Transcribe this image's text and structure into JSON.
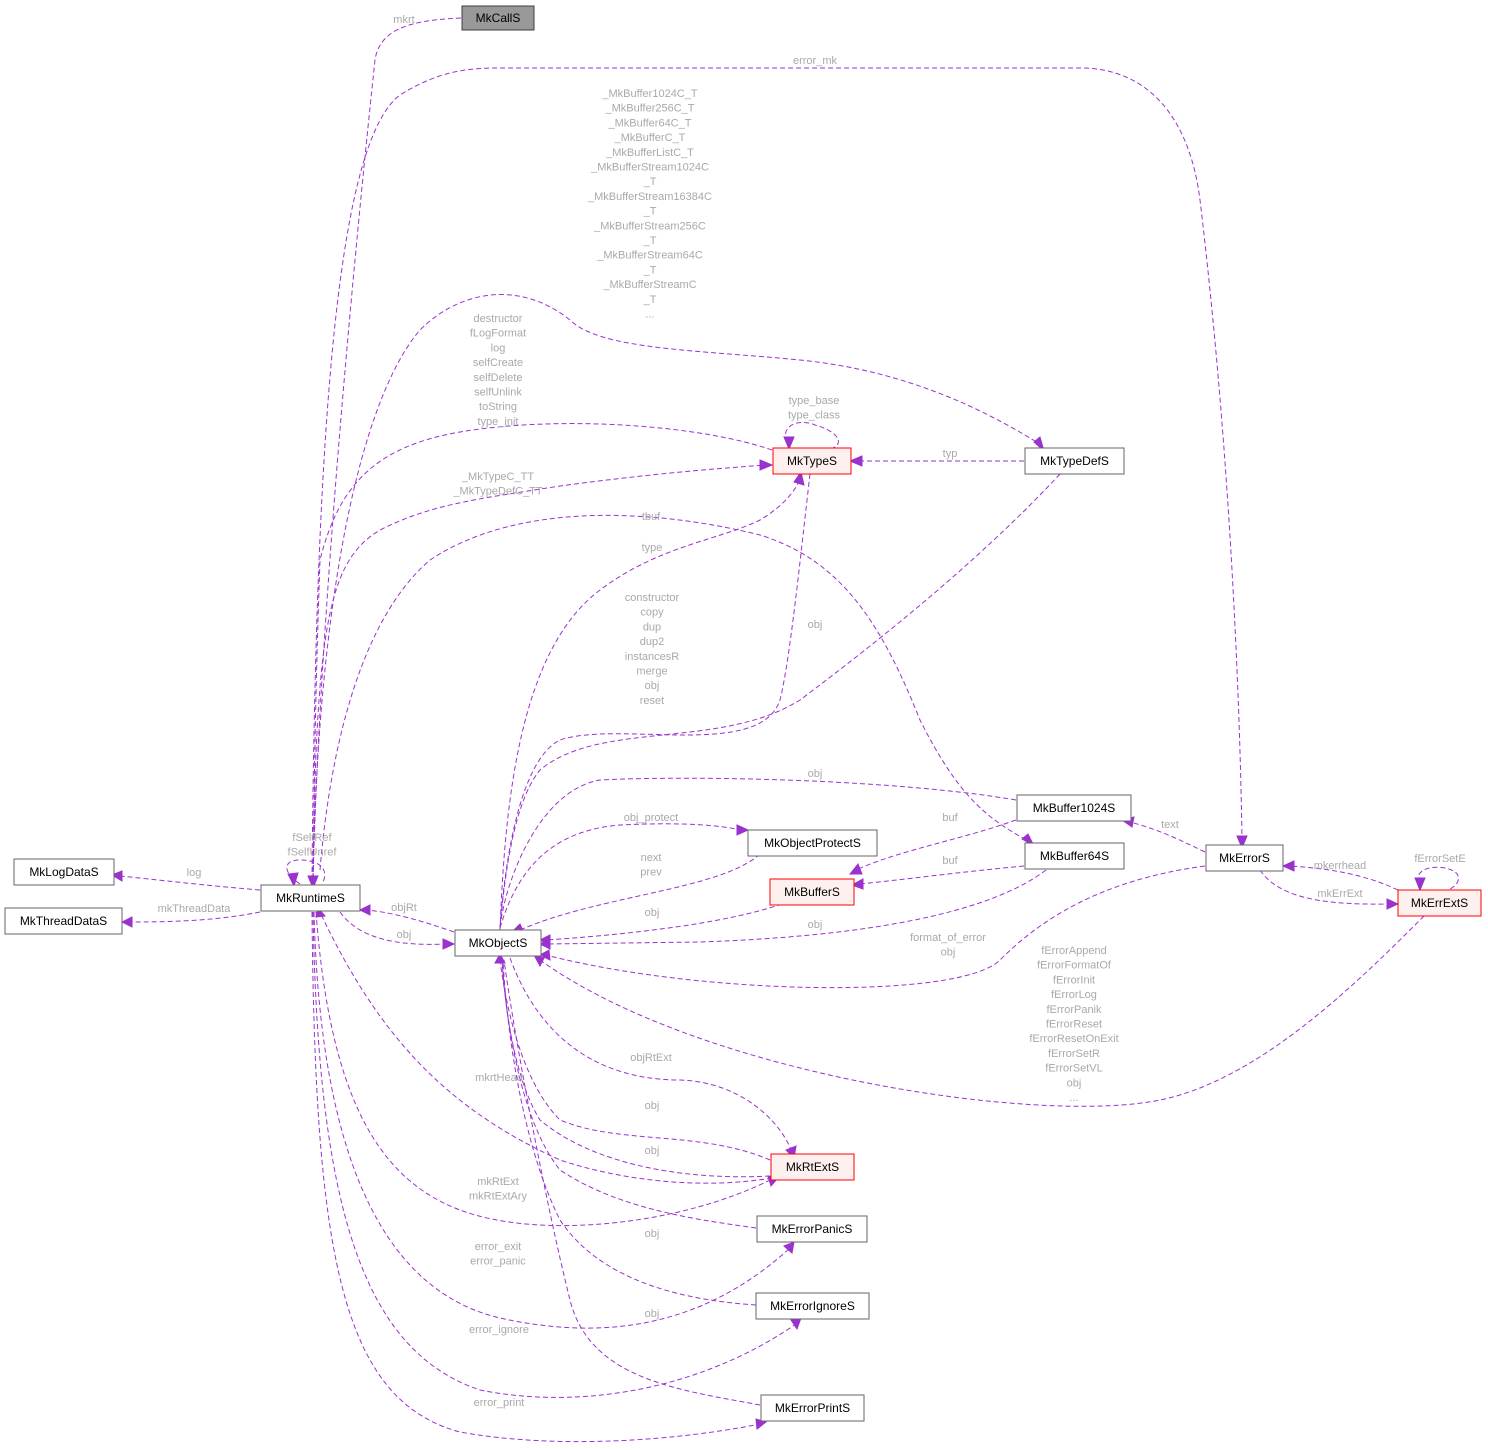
{
  "nodes": [
    {
      "id": "MkCallS",
      "label": "MkCallS",
      "style": "root"
    },
    {
      "id": "MkRuntimeS",
      "label": "MkRuntimeS",
      "style": "plain"
    },
    {
      "id": "MkLogDataS",
      "label": "MkLogDataS",
      "style": "plain"
    },
    {
      "id": "MkThreadDataS",
      "label": "MkThreadDataS",
      "style": "plain"
    },
    {
      "id": "MkObjectS",
      "label": "MkObjectS",
      "style": "plain"
    },
    {
      "id": "MkTypeS",
      "label": "MkTypeS",
      "style": "red"
    },
    {
      "id": "MkTypeDefS",
      "label": "MkTypeDefS",
      "style": "plain"
    },
    {
      "id": "MkObjectProtectS",
      "label": "MkObjectProtectS",
      "style": "plain"
    },
    {
      "id": "MkBufferS",
      "label": "MkBufferS",
      "style": "red"
    },
    {
      "id": "MkBuffer1024S",
      "label": "MkBuffer1024S",
      "style": "plain"
    },
    {
      "id": "MkBuffer64S",
      "label": "MkBuffer64S",
      "style": "plain"
    },
    {
      "id": "MkErrorS",
      "label": "MkErrorS",
      "style": "plain"
    },
    {
      "id": "MkErrExtS",
      "label": "MkErrExtS",
      "style": "red"
    },
    {
      "id": "MkRtExtS",
      "label": "MkRtExtS",
      "style": "red"
    },
    {
      "id": "MkErrorPanicS",
      "label": "MkErrorPanicS",
      "style": "plain"
    },
    {
      "id": "MkErrorIgnoreS",
      "label": "MkErrorIgnoreS",
      "style": "plain"
    },
    {
      "id": "MkErrorPrintS",
      "label": "MkErrorPrintS",
      "style": "plain"
    }
  ],
  "edge_labels": [
    {
      "id": "mkrt",
      "lines": [
        "mkrt"
      ]
    },
    {
      "id": "error_mk",
      "lines": [
        "error_mk"
      ]
    },
    {
      "id": "buffers_typedef",
      "lines": [
        "_MkBuffer1024C_T",
        "_MkBuffer256C_T",
        "_MkBuffer64C_T",
        "_MkBufferC_T",
        "_MkBufferListC_T",
        "_MkBufferStream1024C",
        "_T",
        "_MkBufferStream16384C",
        "_T",
        "_MkBufferStream256C",
        "_T",
        "_MkBufferStream64C",
        "_T",
        "_MkBufferStreamC",
        "_T",
        "..."
      ]
    },
    {
      "id": "type_funcs",
      "lines": [
        "destructor",
        "fLogFormat",
        "log",
        "selfCreate",
        "selfDelete",
        "selfUnlink",
        "toString",
        "type_init"
      ]
    },
    {
      "id": "type_self",
      "lines": [
        "type_base",
        "type_class"
      ]
    },
    {
      "id": "typ",
      "lines": [
        "typ"
      ]
    },
    {
      "id": "typec",
      "lines": [
        "_MkTypeC_TT",
        "_MkTypeDefC_TT"
      ]
    },
    {
      "id": "tbuf",
      "lines": [
        "tbuf"
      ]
    },
    {
      "id": "type",
      "lines": [
        "type"
      ]
    },
    {
      "id": "obj_funcs",
      "lines": [
        "constructor",
        "copy",
        "dup",
        "dup2",
        "instancesR",
        "merge",
        "obj",
        "reset"
      ]
    },
    {
      "id": "obj_typedef",
      "lines": [
        "obj"
      ]
    },
    {
      "id": "obj_b1024",
      "lines": [
        "obj"
      ]
    },
    {
      "id": "obj_protect",
      "lines": [
        "obj_protect"
      ]
    },
    {
      "id": "buf1",
      "lines": [
        "buf"
      ]
    },
    {
      "id": "buf2",
      "lines": [
        "buf"
      ]
    },
    {
      "id": "text",
      "lines": [
        "text"
      ]
    },
    {
      "id": "nextprev",
      "lines": [
        "next",
        "prev"
      ]
    },
    {
      "id": "obj_bufs",
      "lines": [
        "obj"
      ]
    },
    {
      "id": "obj_b64",
      "lines": [
        "obj"
      ]
    },
    {
      "id": "fselfref",
      "lines": [
        "fSelfRef",
        "fSelfUnref"
      ]
    },
    {
      "id": "log",
      "lines": [
        "log"
      ]
    },
    {
      "id": "mkthreaddata",
      "lines": [
        "mkThreadData"
      ]
    },
    {
      "id": "objrt",
      "lines": [
        "objRt"
      ]
    },
    {
      "id": "obj_rt",
      "lines": [
        "obj"
      ]
    },
    {
      "id": "format_of_error",
      "lines": [
        "format_of_error",
        "obj"
      ]
    },
    {
      "id": "mkerrhead",
      "lines": [
        "mkerrhead"
      ]
    },
    {
      "id": "mkerrext",
      "lines": [
        "mkErrExt"
      ]
    },
    {
      "id": "ferrorsete",
      "lines": [
        "fErrorSetE"
      ]
    },
    {
      "id": "errext_funcs",
      "lines": [
        "fErrorAppend",
        "fErrorFormatOf",
        "fErrorInit",
        "fErrorLog",
        "fErrorPanik",
        "fErrorReset",
        "fErrorResetOnExit",
        "fErrorSetR",
        "fErrorSetVL",
        "obj",
        "..."
      ]
    },
    {
      "id": "objrtext",
      "lines": [
        "objRtExt"
      ]
    },
    {
      "id": "mkrthead",
      "lines": [
        "mkrtHead"
      ]
    },
    {
      "id": "obj_rtext1",
      "lines": [
        "obj"
      ]
    },
    {
      "id": "obj_rtext2",
      "lines": [
        "obj"
      ]
    },
    {
      "id": "mkrtext",
      "lines": [
        "mkRtExt",
        "mkRtExtAry"
      ]
    },
    {
      "id": "error_exit",
      "lines": [
        "error_exit",
        "error_panic"
      ]
    },
    {
      "id": "obj_panic",
      "lines": [
        "obj"
      ]
    },
    {
      "id": "obj_ignore",
      "lines": [
        "obj"
      ]
    },
    {
      "id": "error_ignore",
      "lines": [
        "error_ignore"
      ]
    },
    {
      "id": "error_print",
      "lines": [
        "error_print"
      ]
    }
  ],
  "colors": {
    "edge": "#9a32cd",
    "label": "#a9a9a9",
    "root_fill": "#999999",
    "red_border": "#ff0000",
    "red_fill": "#fff0f0",
    "plain_border": "#666666"
  }
}
